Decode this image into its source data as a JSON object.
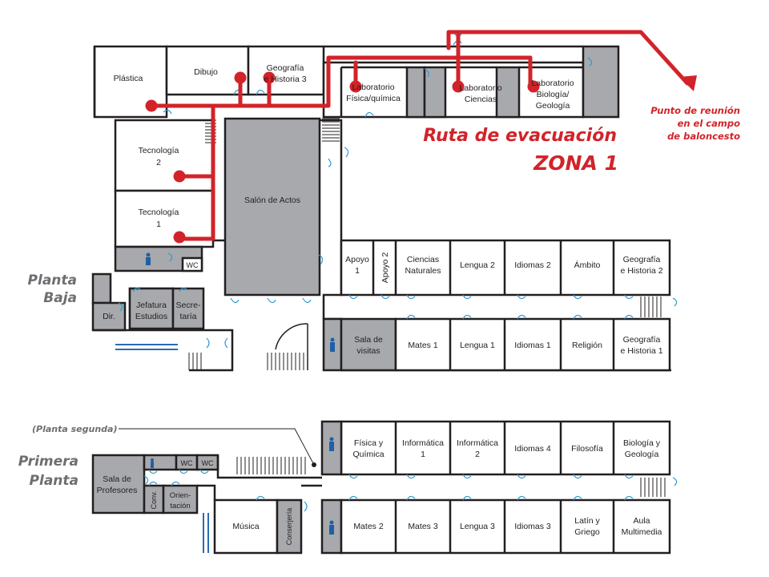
{
  "title": {
    "line1": "Ruta de evacuación",
    "line2": "ZONA 1"
  },
  "meeting_point": {
    "line1": "Punto de reunión",
    "line2": "en el campo",
    "line3": "de baloncesto"
  },
  "floors": {
    "ground": {
      "line1": "Planta",
      "line2": "Baja"
    },
    "first": {
      "line1": "Primera",
      "line2": "Planta"
    },
    "second_note": "(Planta segunda)"
  },
  "rooms": {
    "plastica": "Plástica",
    "dibujo": "Dibujo",
    "geo3": [
      "Geografía",
      "e Historia 3"
    ],
    "lab_fq": [
      "Laboratorio",
      "Física/química"
    ],
    "lab_ci": [
      "Laboratorio",
      "Ciencias"
    ],
    "lab_bg": [
      "Laboratorio",
      "Biología/",
      "Geología"
    ],
    "tec2": [
      "Tecnología",
      "2"
    ],
    "tec1": [
      "Tecnología",
      "1"
    ],
    "salon": "Salón de Actos",
    "wc": "WC",
    "dir": "Dir.",
    "jefatura": [
      "Jefatura",
      "Estudios"
    ],
    "secretaria": [
      "Secre-",
      "taría"
    ],
    "apoyo1": [
      "Apoyo",
      "1"
    ],
    "apoyo2": "Apoyo 2",
    "cc_nat": [
      "Ciencias",
      "Naturales"
    ],
    "lengua2": "Lengua 2",
    "idiomas2": "Idiomas 2",
    "ambito": "Ámbito",
    "geo2": [
      "Geografía",
      "e Historia 2"
    ],
    "sala_visitas": [
      "Sala de",
      "visitas"
    ],
    "mates1": "Mates 1",
    "lengua1": "Lengua 1",
    "idiomas1": "Idiomas 1",
    "religion": "Religión",
    "geo1": [
      "Geografía",
      "e Historia 1"
    ],
    "fisica_quimica": [
      "Física y",
      "Química"
    ],
    "info1": [
      "Informática",
      "1"
    ],
    "info2": [
      "Informática",
      "2"
    ],
    "idiomas4": "Idiomas 4",
    "filosofia": "Filosofía",
    "bio_geo": [
      "Biología y",
      "Geología"
    ],
    "sala_prof": [
      "Sala de",
      "Profesores"
    ],
    "wc1": "WC",
    "wc2": "WC",
    "conv": "Conv.",
    "orientacion": [
      "Orien-",
      "tación"
    ],
    "musica": "Música",
    "conserjeria": "Conserjería",
    "mates2": "Mates 2",
    "mates3": "Mates 3",
    "lengua3": "Lengua 3",
    "idiomas3": "Idiomas 3",
    "latin_griego": [
      "Latín y",
      "Griego"
    ],
    "aula_multimedia": [
      "Aula",
      "Multimedia"
    ]
  },
  "colors": {
    "route": "#d2232a",
    "door": "#2e9ad0",
    "grey_room": "#a7a9ac",
    "wall": "#231f20"
  },
  "icons": [
    "person-restroom-icon",
    "route-arrow-icon",
    "door-swing-icon",
    "stair-icon"
  ]
}
